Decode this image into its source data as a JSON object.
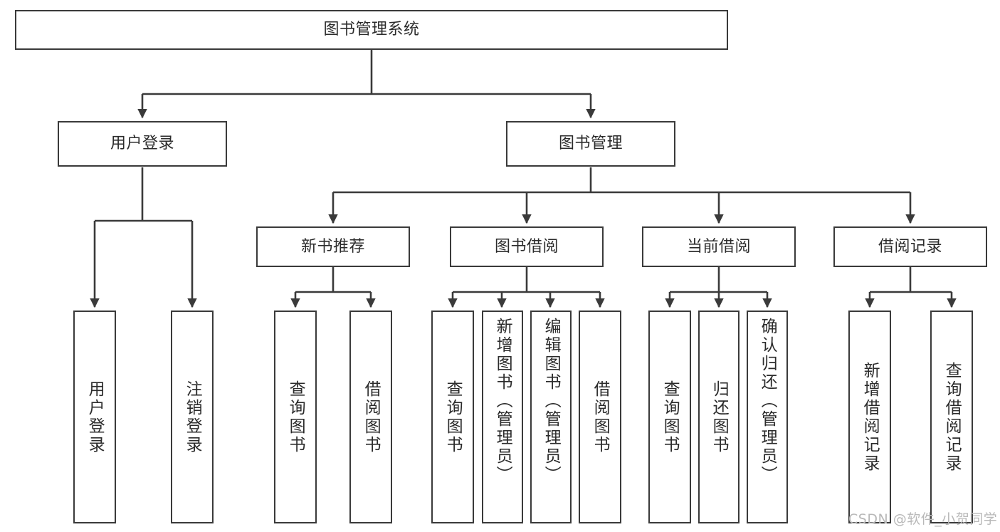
{
  "diagram": {
    "title": "图书管理系统",
    "type": "tree-hierarchy",
    "watermark": "CSDN @软件_小贺同学",
    "colors": {
      "box_border": "#3a3a3a",
      "box_fill": "#ffffff",
      "text": "#2b2b2b",
      "edge": "#3a3a3a",
      "watermark": "#b8b8b8",
      "background": "#ffffff"
    },
    "nodes": {
      "root": {
        "label": "图书管理系统"
      },
      "level2": [
        {
          "id": "user_login",
          "label": "用户登录"
        },
        {
          "id": "book_manage",
          "label": "图书管理"
        }
      ],
      "level3": [
        {
          "id": "new_book_rec",
          "label": "新书推荐"
        },
        {
          "id": "book_borrow",
          "label": "图书借阅"
        },
        {
          "id": "current_borrow",
          "label": "当前借阅"
        },
        {
          "id": "borrow_record",
          "label": "借阅记录"
        }
      ],
      "leaves": [
        {
          "id": "leaf_user_login",
          "label": "用户登录",
          "parent": "user_login"
        },
        {
          "id": "leaf_user_logout",
          "label": "注销登录",
          "parent": "user_login"
        },
        {
          "id": "leaf_query_book_1",
          "label": "查询图书",
          "parent": "new_book_rec"
        },
        {
          "id": "leaf_borrow_book_1",
          "label": "借阅图书",
          "parent": "new_book_rec"
        },
        {
          "id": "leaf_query_book_2",
          "label": "查询图书",
          "parent": "book_borrow"
        },
        {
          "id": "leaf_add_book",
          "label": "新增图书（管理员）",
          "parent": "book_borrow"
        },
        {
          "id": "leaf_edit_book",
          "label": "编辑图书（管理员）",
          "parent": "book_borrow"
        },
        {
          "id": "leaf_borrow_book_2",
          "label": "借阅图书",
          "parent": "book_borrow"
        },
        {
          "id": "leaf_query_book_3",
          "label": "查询图书",
          "parent": "current_borrow"
        },
        {
          "id": "leaf_return_book",
          "label": "归还图书",
          "parent": "current_borrow"
        },
        {
          "id": "leaf_confirm_return",
          "label": "确认归还（管理员）",
          "parent": "current_borrow"
        },
        {
          "id": "leaf_add_record",
          "label": "新增借阅记录",
          "parent": "borrow_record"
        },
        {
          "id": "leaf_query_record",
          "label": "查询借阅记录",
          "parent": "borrow_record"
        }
      ]
    }
  }
}
